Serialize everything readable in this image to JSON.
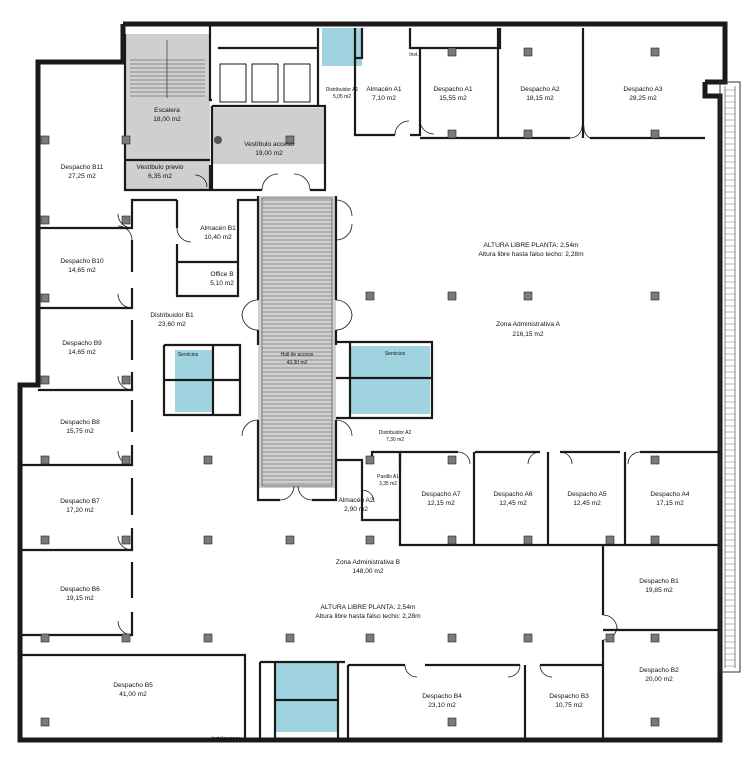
{
  "rooms": {
    "escalera": {
      "name": "Escalera",
      "area": "18,00 m2"
    },
    "vestibulo_previo": {
      "name": "Vestíbulo previo",
      "area": "6,35 m2"
    },
    "vestibulo_acceso": {
      "name": "Vestíbulo acceso",
      "area": "19,00 m2"
    },
    "distribuidor_a1": {
      "name": "Distribuidor A1",
      "area": "5,05 m2"
    },
    "almacen_a1": {
      "name": "Almacén A1",
      "area": "7,10 m2"
    },
    "despacho_a1": {
      "name": "Despacho A1",
      "area": "15,55 m2"
    },
    "despacho_a2": {
      "name": "Despacho A2",
      "area": "18,15 m2"
    },
    "despacho_a3": {
      "name": "Despacho A3",
      "area": "28,25 m2"
    },
    "despacho_b11": {
      "name": "Despacho B11",
      "area": "27,25 m2"
    },
    "almacen_b1": {
      "name": "Almacén B1",
      "area": "10,40 m2"
    },
    "office_b": {
      "name": "Office B",
      "area": "5,10 m2"
    },
    "despacho_b10": {
      "name": "Despacho B10",
      "area": "14,65 m2"
    },
    "distribuidor_b1": {
      "name": "Distribuidor B1",
      "area": "23,60 m2"
    },
    "despacho_b9": {
      "name": "Despacho B9",
      "area": "14,65 m2"
    },
    "hall_acceso": {
      "name": "Hall de acceso",
      "area": "43,30 m2"
    },
    "zona_adm_a": {
      "name": "Zona Administrativa A",
      "area": "216,15 m2"
    },
    "despacho_b8": {
      "name": "Despacho B8",
      "area": "15,75 m2"
    },
    "distribuidor_a2": {
      "name": "Distribuidor A2",
      "area": "7,30 m2"
    },
    "pasillo_a1": {
      "name": "Pasillo A1",
      "area": "3,35 m2"
    },
    "despacho_b7": {
      "name": "Despacho B7",
      "area": "17,20 m2"
    },
    "almacen_a2": {
      "name": "Almacén A2",
      "area": "2,90 m2"
    },
    "despacho_a7": {
      "name": "Despacho A7",
      "area": "12,15 m2"
    },
    "despacho_a6": {
      "name": "Despacho A6",
      "area": "12,45 m2"
    },
    "despacho_a5": {
      "name": "Despacho A5",
      "area": "12,45 m2"
    },
    "despacho_a4": {
      "name": "Despacho A4",
      "area": "17,15 m2"
    },
    "zona_adm_b": {
      "name": "Zona Administrativa B",
      "area": "148,00 m2"
    },
    "despacho_b6": {
      "name": "Despacho B6",
      "area": "19,15 m2"
    },
    "despacho_b1": {
      "name": "Despacho B1",
      "area": "19,85 m2"
    },
    "despacho_b5": {
      "name": "Despacho B5",
      "area": "41,00 m2"
    },
    "despacho_b4": {
      "name": "Despacho B4",
      "area": "23,10 m2"
    },
    "despacho_b3": {
      "name": "Despacho B3",
      "area": "10,75 m2"
    },
    "despacho_b2": {
      "name": "Despacho B2",
      "area": "20,00 m2"
    }
  },
  "notes": {
    "altura_a_1": "ALTURA LIBRE PLANTA: 2,54m",
    "altura_a_2": "Altura libre hasta falso techo: 2,28m",
    "altura_b_1": "ALTURA LIBRE PLANTA: 2,54m",
    "altura_b_2": "Altura libre hasta falso techo: 2,28m"
  },
  "small_labels": {
    "inst": "Inst.",
    "instalaciones": "Instalaciones",
    "servicios": "Servicios"
  }
}
